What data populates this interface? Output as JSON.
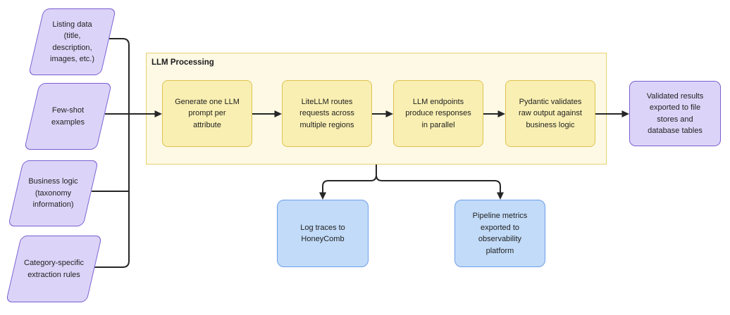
{
  "diagram": {
    "background_color": "#ffffff",
    "connector_color": "#262626",
    "inputs": [
      {
        "id": "listing-data",
        "label": "Listing data\n(title,\ndescription,\nimages, etc.)"
      },
      {
        "id": "few-shot-examples",
        "label": "Few-shot\nexamples"
      },
      {
        "id": "business-logic",
        "label": "Business logic\n(taxonomy\ninformation)"
      },
      {
        "id": "category-rules",
        "label": "Category-specific\nextraction rules"
      }
    ],
    "input_style": {
      "fill": "#dcd4f8",
      "border": "#7a5ed2"
    },
    "process_group": {
      "label": "LLM Processing",
      "fill": "#fdf9e5",
      "border": "#e9d06e",
      "step_style": {
        "fill": "#f9efb2",
        "border": "#dfc250"
      },
      "steps": [
        {
          "id": "generate-prompt",
          "label": "Generate one LLM\nprompt per\nattribute"
        },
        {
          "id": "litellm-routing",
          "label": "LiteLLM routes\nrequests across\nmultiple regions"
        },
        {
          "id": "llm-endpoints",
          "label": "LLM endpoints\nproduce responses\nin parallel"
        },
        {
          "id": "pydantic-validation",
          "label": "Pydantic validates\nraw output against\nbusiness logic"
        }
      ]
    },
    "output": {
      "id": "validated-results",
      "label": "Validated results\nexported to file\nstores and\ndatabase tables",
      "fill": "#dcd4f8",
      "border": "#7a5ed2"
    },
    "observability": [
      {
        "id": "log-traces",
        "label": "Log traces to\nHoneyComb"
      },
      {
        "id": "pipeline-metrics",
        "label": "Pipeline metrics\nexported to\nobservability\nplatform"
      }
    ],
    "observability_style": {
      "fill": "#c2dbf8",
      "border": "#6d9eea"
    }
  }
}
